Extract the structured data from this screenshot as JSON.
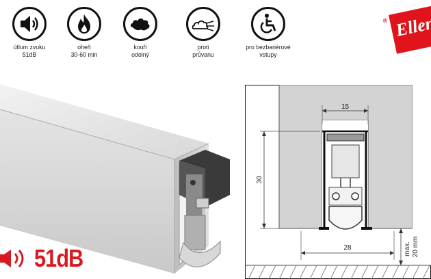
{
  "features": [
    {
      "icon": "speaker-icon",
      "lines": [
        "útlum zvuku",
        "51dB"
      ]
    },
    {
      "icon": "flame-icon",
      "lines": [
        "oheň",
        "30-60 min"
      ]
    },
    {
      "icon": "smoke-icon",
      "lines": [
        "kouři",
        "odolný"
      ]
    },
    {
      "icon": "draft-icon",
      "lines": [
        "proti",
        "průvanu"
      ]
    },
    {
      "icon": "wheelchair-icon",
      "lines": [
        "pro bezbariérové",
        "vstupy"
      ]
    }
  ],
  "logo": {
    "text": "Ellen",
    "registered": "®"
  },
  "badge": {
    "text": "51dB"
  },
  "drawing": {
    "width_top": "15",
    "height": "30",
    "width_bottom": "28",
    "gap_line1": "max.",
    "gap_line2": "20 mm"
  },
  "colors": {
    "accent": "#d91920",
    "logo_red": "#e0151b",
    "panel_gray": "#d3d3d3",
    "door_gray": "#bfbfbf"
  }
}
